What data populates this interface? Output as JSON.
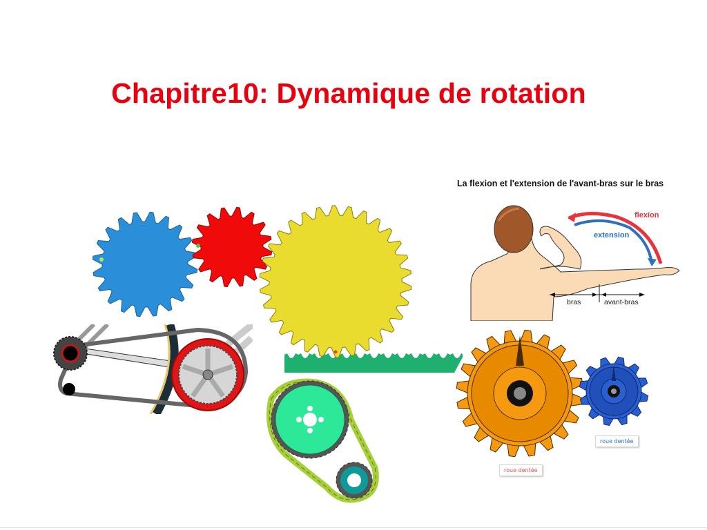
{
  "slide": {
    "title": "Chapitre10: Dynamique de rotation",
    "title_color": "#e8000f"
  },
  "illustrations": {
    "colored_gears": {
      "gears": [
        {
          "name": "blue-gear",
          "color": "#2a8fd8",
          "teeth": 20
        },
        {
          "name": "red-gear",
          "color": "#f00a0a",
          "teeth": 16
        },
        {
          "name": "yellow-gear",
          "color": "#e9dc2e",
          "teeth": 30
        }
      ],
      "rack_color": "#1fb070"
    },
    "arm_diagram": {
      "caption": "La flexion et l'extension de l'avant-bras sur le bras",
      "flexion_label": "flexion",
      "extension_label": "extension",
      "upper_arm_label": "bras",
      "forearm_label": "avant-bras",
      "flexion_color": "#e8323c",
      "extension_color": "#2f6fbf"
    },
    "bike_drivetrain": {
      "chainring_color": "#e01616",
      "chain_color": "#666666"
    },
    "chain_sprockets": {
      "big_sprocket_color": "#2ee89a",
      "small_sprocket_color": "#0f9a9a",
      "chain_color": "#a6cf3a"
    },
    "toothed_wheels": {
      "orange_wheel_label": "roue dentée",
      "blue_wheel_label": "roue dentée",
      "orange_color": "#f59a10",
      "blue_color": "#2a5fd0",
      "orange_label_color": "#d9534f",
      "blue_label_color": "#2f6fbf"
    }
  }
}
